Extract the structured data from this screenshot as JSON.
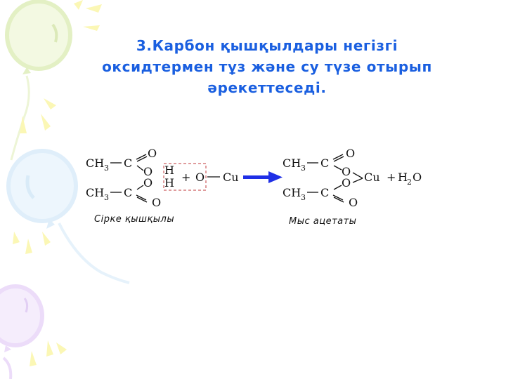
{
  "slide": {
    "title_lines": [
      "3.Карбон қышқылдары негізгі",
      "оксидтермен тұз және су түзе отырып",
      "әрекеттеседі."
    ],
    "colors": {
      "title": "#1a5fe0",
      "arrow": "#1f2fe6",
      "highlight_box": "#c0393b",
      "balloon_green": "#eef6d6",
      "balloon_blue": "#e8f3fc",
      "balloon_purple": "#f1e6fb",
      "rays_yellow": "#fbf7b5"
    }
  },
  "reaction": {
    "reactant": {
      "row1": {
        "ch3": "CH",
        "sub": "3",
        "c": "C",
        "o_top": "O",
        "o_single": "O",
        "h": "H"
      },
      "row2": {
        "ch3": "CH",
        "sub": "3",
        "c": "C",
        "o_bottom": "O",
        "o_single": "O",
        "h": "H"
      }
    },
    "plus1": "+",
    "oxide": {
      "o": "O",
      "metal": "Cu"
    },
    "arrow": "reaction-arrow",
    "product": {
      "row1": {
        "ch3": "CH",
        "sub": "3",
        "c": "C",
        "o_top": "O",
        "o_single": "O"
      },
      "row2": {
        "ch3": "CH",
        "sub": "3",
        "c": "C",
        "o_bottom": "O",
        "o_single": "O"
      },
      "metal": "Cu"
    },
    "plus2": "+",
    "water": {
      "h": "H",
      "sub": "2",
      "o": "O"
    }
  },
  "captions": {
    "reactant": "Сірке қышқылы",
    "product": "Мыс ацетаты"
  }
}
